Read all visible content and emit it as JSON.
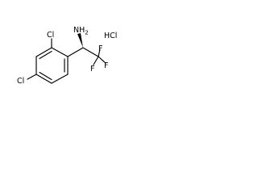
{
  "molecule": {
    "atoms": {
      "cl_ortho": "Cl",
      "cl_para": "Cl",
      "amine_main": "NH",
      "amine_sub": "2",
      "f_top": "F",
      "f_left": "F",
      "f_right": "F"
    },
    "salt": "HCl"
  }
}
